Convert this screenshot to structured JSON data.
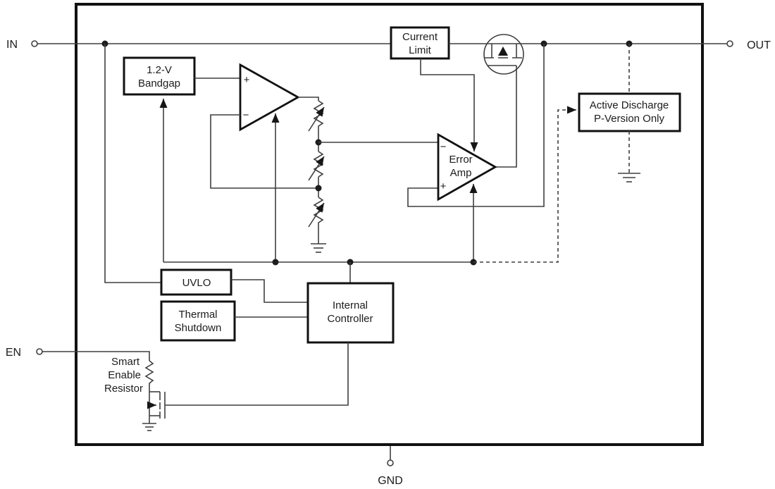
{
  "figure": {
    "title_hint": "LDO regulator functional block diagram",
    "pins": {
      "in": "IN",
      "out": "OUT",
      "en": "EN",
      "gnd": "GND"
    },
    "blocks": {
      "bandgap": {
        "line1": "1.2-V",
        "line2": "Bandgap"
      },
      "current_limit": {
        "line1": "Current",
        "line2": "Limit"
      },
      "active_discharge": {
        "line1": "Active Discharge",
        "line2": "P-Version Only"
      },
      "uvlo": {
        "label": "UVLO"
      },
      "thermal_shutdown": {
        "line1": "Thermal",
        "line2": "Shutdown"
      },
      "internal_controller": {
        "line1": "Internal",
        "line2": "Controller"
      },
      "error_amp": {
        "line1": "Error",
        "line2": "Amp"
      },
      "smart_enable": {
        "line1": "Smart",
        "line2": "Enable",
        "line3": "Resistor"
      }
    },
    "opamp_signs": {
      "plus": "+",
      "minus": "−"
    },
    "colors": {
      "background": "#ffffff",
      "wire": "#3f3f3f",
      "ink": "#111111",
      "text": "#1c1c1c"
    }
  }
}
